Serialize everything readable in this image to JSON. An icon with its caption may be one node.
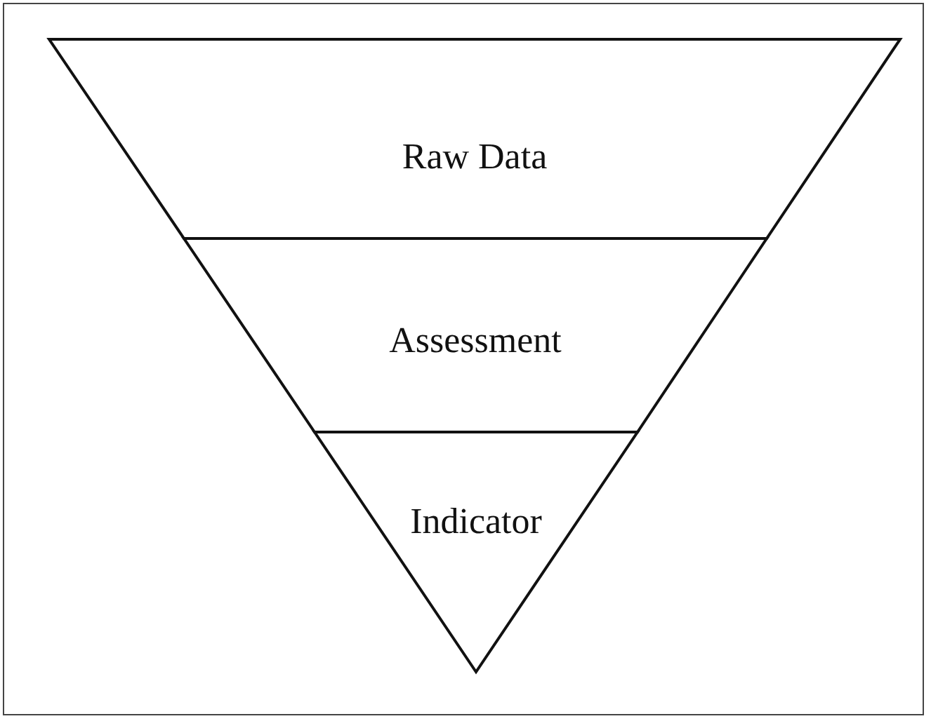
{
  "diagram": {
    "nodes": [
      {
        "text": [
          "Raw Data"
        ]
      },
      {
        "text": [
          "Assessment"
        ]
      },
      {
        "text": [
          "Indicator"
        ]
      }
    ]
  }
}
